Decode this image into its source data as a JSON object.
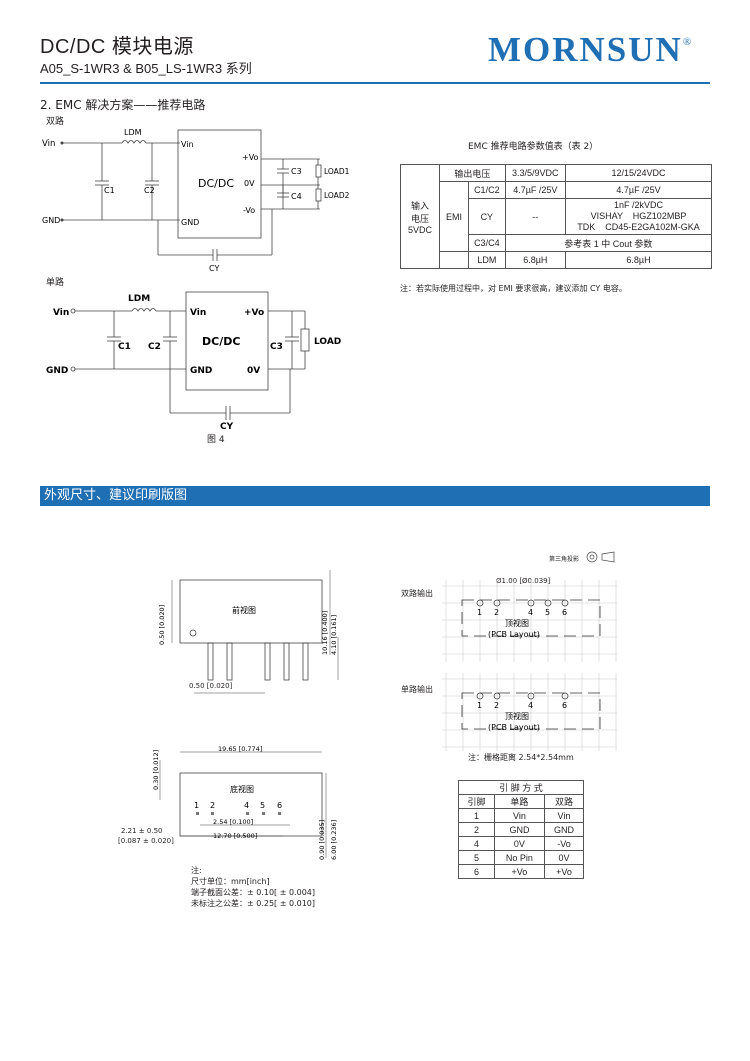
{
  "header": {
    "title": "DC/DC 模块电源",
    "subtitle": "A05_S-1WR3 & B05_LS-1WR3 系列",
    "logo": "MORNSUN",
    "logo_reg": "®"
  },
  "emc": {
    "section_title": "2. EMC 解决方案——推荐电路",
    "dual_label": "双路",
    "single_label": "单路",
    "figure_caption": "图 4",
    "dual": {
      "vin": "Vin",
      "gnd": "GND",
      "ldm": "LDM",
      "c1": "C1",
      "c2": "C2",
      "box_vin": "Vin",
      "box_gnd": "GND",
      "box_name": "DC/DC",
      "plus_vo": "+Vo",
      "zero_v": "0V",
      "minus_vo": "-Vo",
      "c3": "C3",
      "c4": "C4",
      "load1": "LOAD1",
      "load2": "LOAD2",
      "cy": "CY"
    },
    "single": {
      "vin": "Vin",
      "gnd": "GND",
      "ldm": "LDM",
      "c1": "C1",
      "c2": "C2",
      "box_vin": "Vin",
      "box_gnd": "GND",
      "box_name": "DC/DC",
      "plus_vo": "+Vo",
      "zero_v": "0V",
      "c3": "C3",
      "load": "LOAD",
      "cy": "CY"
    },
    "table_title": "EMC 推荐电路参数值表（表 2）",
    "table": {
      "input_label": "输入\n电压\n5VDC",
      "emi_label": "EMI",
      "output_voltage_label": "输出电压",
      "col1": "3.3/5/9VDC",
      "col2": "12/15/24VDC",
      "c1c2_label": "C1/C2",
      "c1c2_v1": "4.7µF /25V",
      "c1c2_v2": "4.7µF /25V",
      "cy_label": "CY",
      "cy_v1": "--",
      "cy_v2_line1": "1nF /2kVDC",
      "cy_v2_line2": "VISHAY    HGZ102MBP",
      "cy_v2_line3": "TDK    CD45-E2GA102M-GKA",
      "c3c4_label": "C3/C4",
      "c3c4_value": "参考表 1 中 Cout  参数",
      "ldm_label": "LDM",
      "ldm_v1": "6.8µH",
      "ldm_v2": "6.8µH"
    },
    "table_note": "注：若实际使用过程中，对 EMI 要求很高，建议添加 CY 电容。"
  },
  "dimensions": {
    "section_title": "外观尺寸、建议印刷版图",
    "projection_label": "第三角投影",
    "front_view": "前视图",
    "bottom_view": "底视图",
    "dim_050_020": "0.50 [0.020]",
    "dim_1016": "10.16 [0.400]",
    "dim_410": "4.10 [0.161]",
    "dim_050_bottom": "0.50 [0.020]",
    "dim_1965": "19.65 [0.774]",
    "dim_030": "0.30 [0.012]",
    "dim_254": "2.54 [0.100]",
    "dim_1270": "12.70 [0.500]",
    "dim_221": "2.21 ± 0.50",
    "dim_221_in": "[0.087 ± 0.020]",
    "dim_090": "0.90 [0.035]",
    "dim_600": "6.00 [0.236]",
    "pins_bottom": [
      "1",
      "2",
      "4",
      "5",
      "6"
    ],
    "notes_title": "注:",
    "notes": [
      "尺寸单位：mm[inch]",
      "端子截面公差：± 0.10[ ± 0.004]",
      "未标注之公差：± 0.25[ ± 0.010]"
    ],
    "dual_output_label": "双路输出",
    "single_output_label": "单路输出",
    "hole_label": "Ø1.00 [Ø0.039]",
    "top_view": "顶视图",
    "pcb_layout": "(PCB Layout)",
    "dual_pins": [
      "1",
      "2",
      "4",
      "5",
      "6"
    ],
    "single_pins": [
      "1",
      "2",
      "4",
      "6"
    ],
    "grid_note": "注：栅格距离 2.54*2.54mm"
  },
  "pin_table": {
    "title": "引 脚 方 式",
    "headers": [
      "引脚",
      "单路",
      "双路"
    ],
    "rows": [
      [
        "1",
        "Vin",
        "Vin"
      ],
      [
        "2",
        "GND",
        "GND"
      ],
      [
        "4",
        "0V",
        "-Vo"
      ],
      [
        "5",
        "No Pin",
        "0V"
      ],
      [
        "6",
        "+Vo",
        "+Vo"
      ]
    ]
  }
}
